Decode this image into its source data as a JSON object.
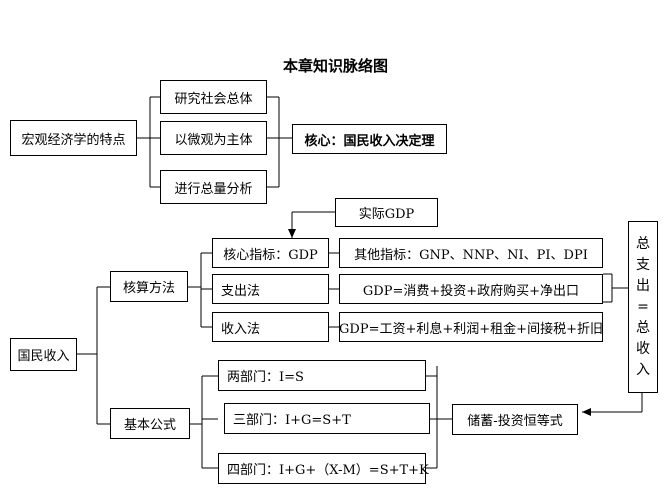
{
  "title": "本章知识脉络图",
  "top": {
    "root": "宏观经济学的特点",
    "items": [
      "研究社会总体",
      "以微观为主体",
      "进行总量分析"
    ],
    "core": "核心：国民收入决定理"
  },
  "bottom": {
    "root": "国民收入",
    "real_gdp": "实际GDP",
    "accounting": {
      "label": "核算方法",
      "rows": [
        {
          "method": "核心指标：GDP",
          "detail": "其他指标：GNP、NNP、NI、PI、DPI"
        },
        {
          "method": "支出法",
          "detail": "GDP=消费+投资+政府购买+净出口"
        },
        {
          "method": "收入法",
          "detail": "GDP=工资+利息+利润+租金+间接税+折旧"
        }
      ]
    },
    "formula": {
      "label": "基本公式",
      "rows": [
        "两部门：I=S",
        "三部门：I+G=S+T",
        "四部门：I+G+（X-M）=S+T+K"
      ],
      "identity": "储蓄-投资恒等式"
    },
    "total": [
      "总",
      "支",
      "出",
      "=",
      "总",
      "收",
      "入"
    ]
  }
}
